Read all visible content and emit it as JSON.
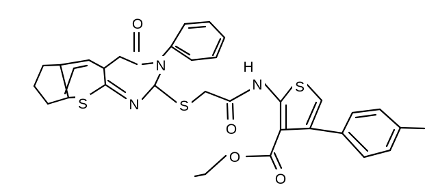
{
  "structure": {
    "atom_labels": {
      "o_ketone": "O",
      "n_ring": "N",
      "s_thieno": "S",
      "n_imine": "N",
      "s_thioether": "S",
      "o_amide": "O",
      "nh": "H",
      "n_amide": "N",
      "s_thiophene": "S",
      "o_ester_single": "O",
      "o_ester_double": "O"
    }
  }
}
